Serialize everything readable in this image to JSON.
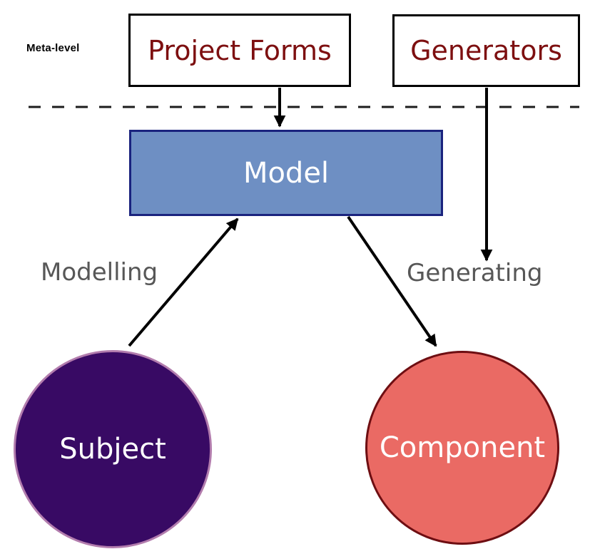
{
  "diagram": {
    "meta_label": "Meta-level",
    "nodes": {
      "project_forms": {
        "label": "Project Forms",
        "shape": "rectangle"
      },
      "generators": {
        "label": "Generators",
        "shape": "rectangle"
      },
      "model": {
        "label": "Model",
        "shape": "rectangle"
      },
      "subject": {
        "label": "Subject",
        "shape": "circle"
      },
      "component": {
        "label": "Component",
        "shape": "circle"
      }
    },
    "edges": {
      "project_forms_to_model": {
        "from": "Project Forms",
        "to": "Model",
        "label": ""
      },
      "generators_down": {
        "from": "Generators",
        "to": "Component area",
        "label": ""
      },
      "subject_to_model": {
        "from": "Subject",
        "to": "Model",
        "label": "Modelling"
      },
      "model_to_component": {
        "from": "Model",
        "to": "Component",
        "label": "Generating"
      }
    },
    "edge_labels": {
      "modelling": "Modelling",
      "generating": "Generating"
    },
    "colors": {
      "box_text": "#7d0f10",
      "model_fill": "#6e8fc3",
      "model_border": "#1a237e",
      "subject_fill": "#380a64",
      "subject_border": "#b27cad",
      "component_fill": "#ea6a64",
      "component_border": "#6e0e12",
      "edge_label_text": "#575757",
      "arrow": "#000000",
      "divider": "#1c1c1c"
    }
  }
}
